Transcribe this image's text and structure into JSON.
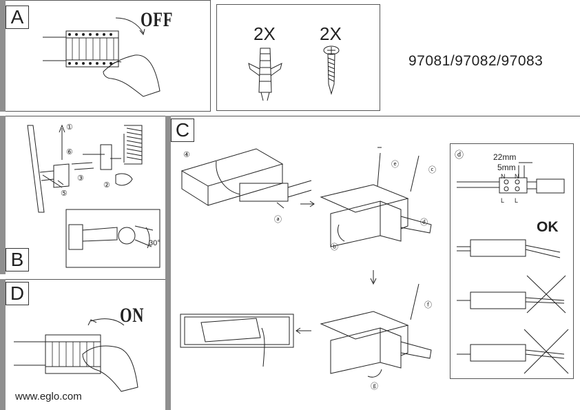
{
  "sections": {
    "a": {
      "letter": "A",
      "switch_label": "OFF"
    },
    "b": {
      "letter": "B",
      "angle": "30°"
    },
    "c": {
      "letter": "C"
    },
    "d": {
      "letter": "D",
      "switch_label": "ON",
      "website": "www.eglo.com"
    }
  },
  "parts": {
    "anchor_qty": "2X",
    "screw_qty": "2X"
  },
  "model_numbers": "97081/97082/97083",
  "steps_b": [
    "①",
    "②",
    "③",
    "⑤",
    "⑥"
  ],
  "steps_c": [
    "④",
    "ⓐ",
    "ⓑ",
    "ⓒ",
    "ⓓ",
    "ⓔ",
    "ⓕ",
    "ⓖ"
  ],
  "wiring": {
    "step": "ⓓ",
    "strip_length": "22mm",
    "wire_length": "5mm",
    "terminal_n_left": "N",
    "terminal_n_right": "N",
    "terminal_l_left": "L",
    "terminal_l_right": "L",
    "ok_label": "OK"
  }
}
